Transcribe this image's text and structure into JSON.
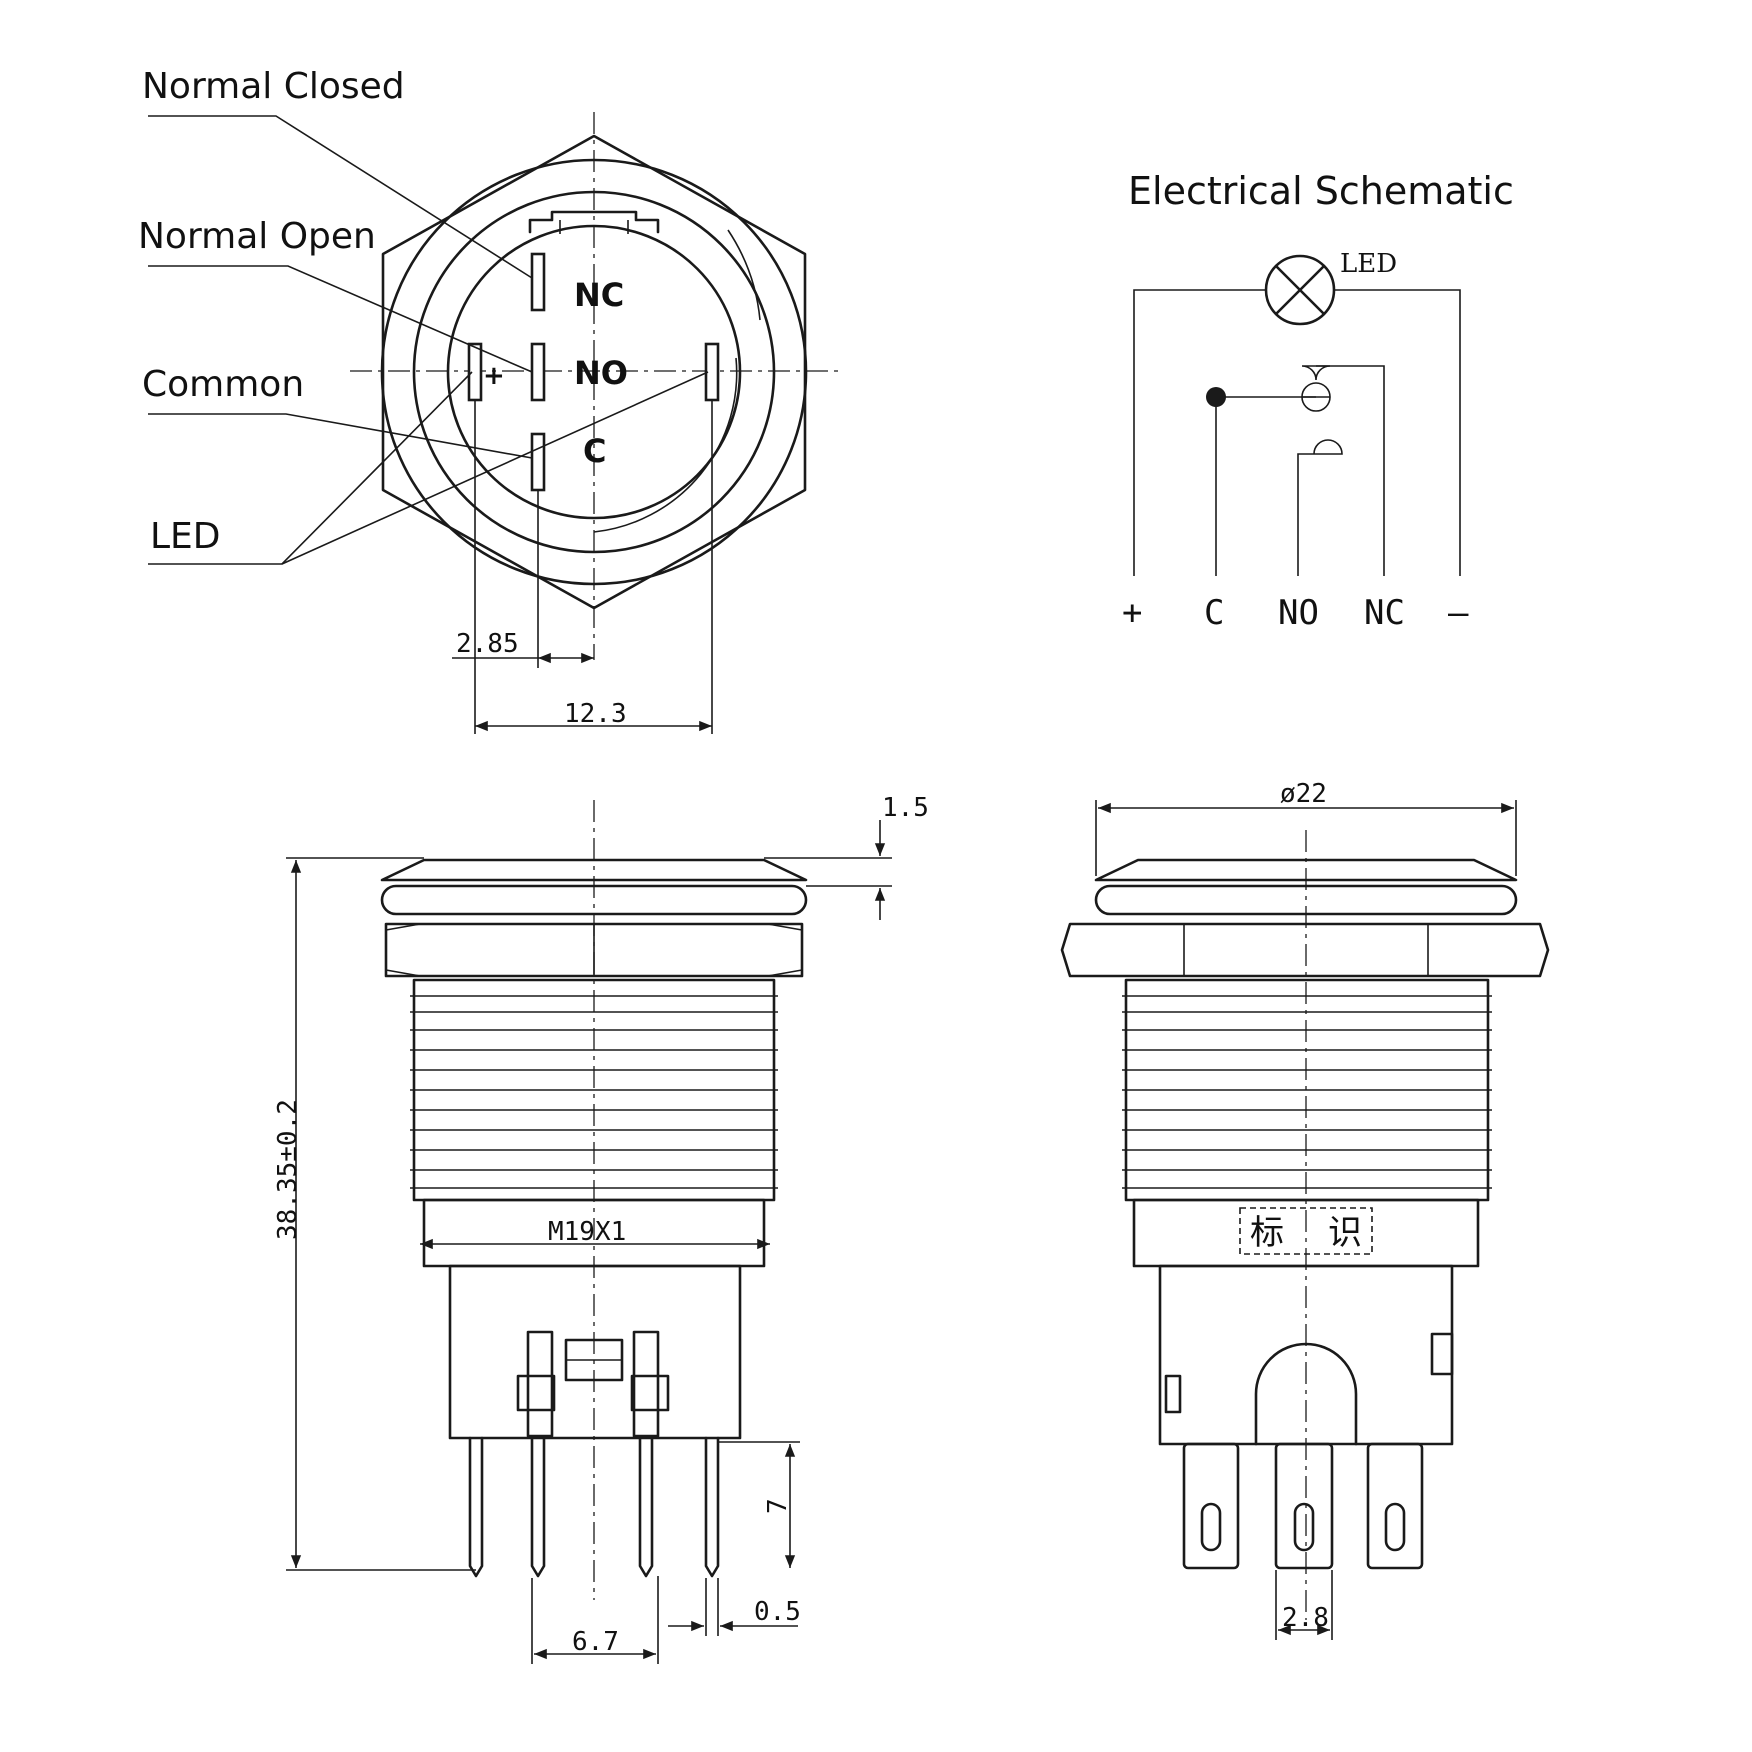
{
  "callouts": {
    "normal_closed": "Normal Closed",
    "normal_open": "Normal Open",
    "common": "Common",
    "led": "LED"
  },
  "pin_labels": {
    "nc": "NC",
    "no": "NO",
    "c": "C",
    "plus": "+"
  },
  "schematic": {
    "title": "Electrical Schematic",
    "led_label": "LED",
    "terminals": [
      "+",
      "C",
      "NO",
      "NC",
      "–"
    ]
  },
  "dimensions": {
    "pin_offset": "2.85",
    "pin_span": "12.3",
    "ring_height": "1.5",
    "total_height": "38.35±0.2",
    "thread": "M19X1",
    "pin_length": "7",
    "pin_spacing": "6.7",
    "pin_thickness": "0.5",
    "diameter": "ø22",
    "terminal_width": "2.8"
  },
  "marking": {
    "char1": "标",
    "char2": "识"
  }
}
